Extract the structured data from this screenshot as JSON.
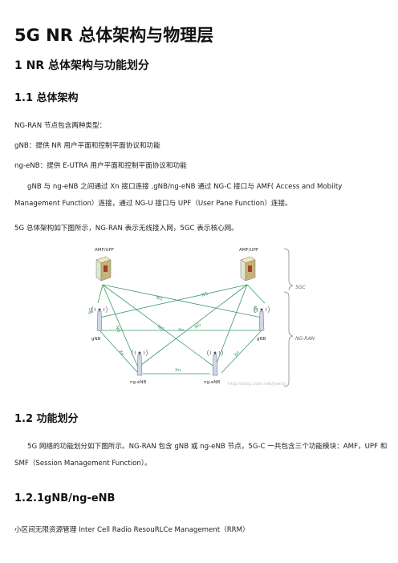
{
  "doc": {
    "title": "5G NR 总体架构与物理层",
    "sec1_title": "1 NR 总体架构与功能划分",
    "sec11_title": "1.1  总体架构",
    "p1": "NG-RAN 节点包含两种类型：",
    "p2": "gNB：提供 NR 用户平面和控制平面协议和功能",
    "p3": "ng-eNB：提供 E-UTRA 用户平面和控制平面协议和功能",
    "p4": "gNB 与 ng-eNB 之间通过 Xn 接口连接 ,gNB/ng-eNB 通过 NG-C 接口与 AMF( Access and Mobiity Management Function）连接，通过 NG-U 接口与 UPF（User Pane Function）连接。",
    "p5": "5G 总体架构如下图所示，NG-RAN 表示无线接入网，5GC 表示核心网。",
    "sec12_title": "1.2  功能划分",
    "p6": "5G 网络的功能划分如下图所示。NG-RAN 包含 gNB 或 ng-eNB 节点，5G-C 一共包含三个功能模块：AMF，UPF 和 SMF（Session Management Function）。",
    "sec121_title": "1.2.1gNB/ng-eNB",
    "p7": "小区间无限资源管理 Inter Cell Radio ResouRLCe Management（RRM）"
  },
  "figure": {
    "amf_left": "AMF/UPF",
    "amf_right": "AMF/UPF",
    "gnb_left": "gNB",
    "gnb_right": "gNB",
    "ngenb_left": "ng-eNB",
    "ngenb_right": "ng-eNB",
    "label_5gc": "5GC",
    "label_ngran": "NG-RAN",
    "ng": "NG",
    "xn": "Xn",
    "watermark": "http://blog.csdn.net/jxwxg",
    "line_color": "#3a9a6a"
  }
}
